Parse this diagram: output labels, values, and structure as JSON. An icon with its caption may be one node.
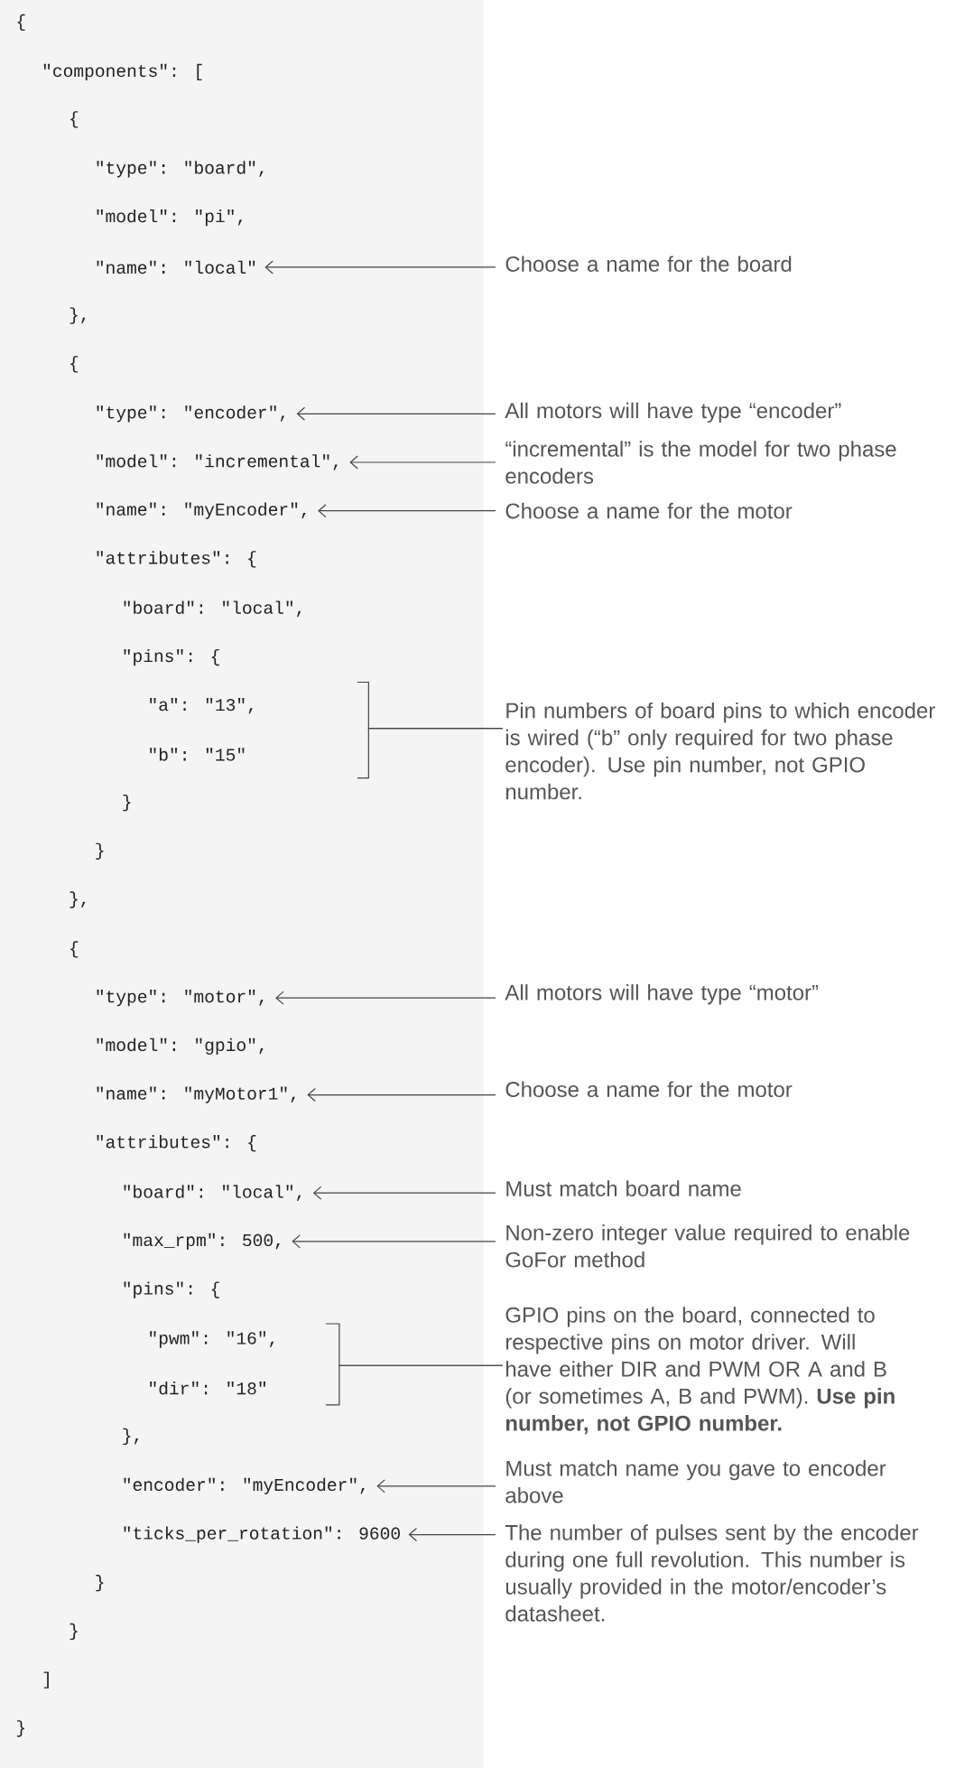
{
  "diagram": {
    "nodes": [
      {
        "text": [
          "\"name\": \"local\""
        ]
      },
      {
        "text": [
          "Choose a name for the board"
        ]
      },
      {
        "text": [
          "\"type\": \"encoder\","
        ]
      },
      {
        "text": [
          "All motors will have type “encoder”"
        ]
      },
      {
        "text": [
          "\"model\": \"incremental\","
        ]
      },
      {
        "text": [
          "“incremental” is the model for two phase encoders"
        ]
      },
      {
        "text": [
          "\"name\": \"myEncoder\","
        ]
      },
      {
        "text": [
          "Choose a name for the motor"
        ]
      },
      {
        "text": [
          "\"a\": \"13\","
        ]
      },
      {
        "text": [
          "\"b\": \"15\""
        ]
      },
      {
        "text": [
          "Pin numbers of board pins to which encoder is wired (“b” only required for two phase encoder). Use pin number, not GPIO number."
        ]
      },
      {
        "text": [
          "\"type\": \"motor\","
        ]
      },
      {
        "text": [
          "All motors will have type “motor”"
        ]
      },
      {
        "text": [
          "\"name\": \"myMotor1\","
        ]
      },
      {
        "text": [
          "Choose a name for the motor"
        ]
      },
      {
        "text": [
          "\"board\": \"local\","
        ]
      },
      {
        "text": [
          "Must match board name"
        ]
      },
      {
        "text": [
          "\"max_rpm\": 500,"
        ]
      },
      {
        "text": [
          "Non-zero integer value required to enable GoFor method"
        ]
      },
      {
        "text": [
          "\"pwm\": \"16\","
        ]
      },
      {
        "text": [
          "\"dir\": \"18\""
        ]
      },
      {
        "text": [
          "GPIO pins on the board, connected to respective pins on motor driver. Will have either DIR and PWM OR A and B (or sometimes A, B and PWM). **Use pin number, not GPIO number.**"
        ]
      },
      {
        "text": [
          "\"encoder\": \"myEncoder\","
        ]
      },
      {
        "text": [
          "Must match name you gave to encoder  above"
        ]
      },
      {
        "text": [
          "\"ticks_per_rotation\": 9600"
        ]
      },
      {
        "text": [
          "The number of pulses sent by the encoder during one full revolution. This number is usually provided in the motor/encoder’s datasheet."
        ]
      }
    ],
    "edges": [
      {
        "from": 1,
        "to": 0,
        "arrow": "to"
      },
      {
        "from": 3,
        "to": 2,
        "arrow": "to"
      },
      {
        "from": 5,
        "to": 4,
        "arrow": "to"
      },
      {
        "from": 7,
        "to": 6,
        "arrow": "to"
      },
      {
        "from": 10,
        "to": 8,
        "arrow": "none"
      },
      {
        "from": 10,
        "to": 9,
        "arrow": "none"
      },
      {
        "from": 12,
        "to": 11,
        "arrow": "to"
      },
      {
        "from": 14,
        "to": 13,
        "arrow": "to"
      },
      {
        "from": 16,
        "to": 15,
        "arrow": "to"
      },
      {
        "from": 18,
        "to": 17,
        "arrow": "to"
      },
      {
        "from": 21,
        "to": 19,
        "arrow": "none"
      },
      {
        "from": 21,
        "to": 20,
        "arrow": "none"
      },
      {
        "from": 23,
        "to": 22,
        "arrow": "to"
      },
      {
        "from": 25,
        "to": 24,
        "arrow": "to"
      }
    ],
    "labels": [
      "{",
      "\"components\": [",
      "{",
      "\"type\": \"board\",",
      "\"model\": \"pi\",",
      "},",
      "{",
      "\"attributes\": {",
      "\"board\": \"local\",",
      "\"pins\": {",
      "}",
      "}",
      "},",
      "{",
      "\"model\": \"gpio\",",
      "\"attributes\": {",
      "\"pins\": {",
      "},",
      "}",
      "}",
      "]",
      "}"
    ]
  }
}
